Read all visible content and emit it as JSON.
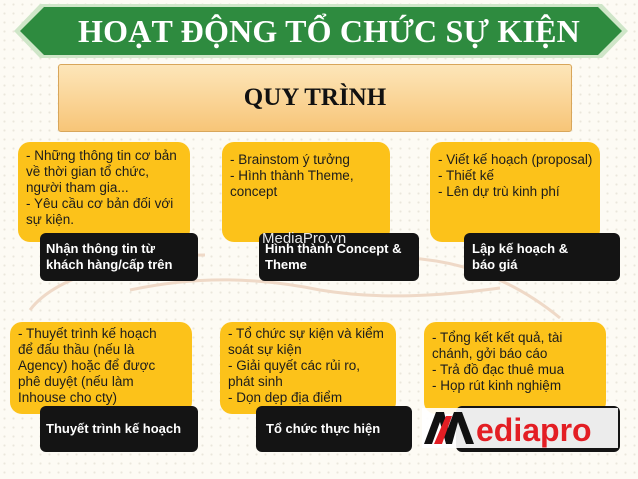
{
  "header": {
    "title": "HOẠT ĐỘNG TỔ CHỨC SỰ KIỆN",
    "subtitle": "QUY TRÌNH"
  },
  "steps": [
    {
      "label_lines": [
        "Nhận thông tin từ",
        "khách hàng/cấp trên"
      ],
      "details": [
        "- Những thông tin cơ bản",
        "về thời gian tổ chức,",
        "người tham gia...",
        "- Yêu cầu cơ bản đối với",
        "sự kiện."
      ]
    },
    {
      "label_lines": [
        "Hình thành Concept &",
        "Theme"
      ],
      "details": [
        "- Brainstom ý tưởng",
        "- Hình thành Theme,",
        "concept"
      ]
    },
    {
      "label_lines": [
        "Lập kế hoạch &",
        "báo giá"
      ],
      "details": [
        "- Viết kế hoạch (proposal)",
        "- Thiết kế",
        "- Lên dự trù kinh phí"
      ]
    },
    {
      "label_lines": [
        "Thuyết trình kế hoạch"
      ],
      "details": [
        "-  Thuyết trình kế hoạch",
        "để đấu thầu (nếu là",
        "Agency) hoặc để được",
        "phê duyệt (nếu làm",
        "Inhouse cho cty)"
      ]
    },
    {
      "label_lines": [
        "Tổ chức thực hiện"
      ],
      "details": [
        "- Tổ chức sự kiện và kiểm",
        "soát sự kiện",
        "- Giải quyết các rủi ro,",
        "phát sinh",
        "- Dọn dẹp địa điểm"
      ]
    },
    {
      "label_lines": [],
      "details": [
        "- Tổng kết kết quả, tài",
        "chánh, gởi báo cáo",
        "- Trả đồ đạc thuê mua",
        "- Họp rút kinh nghiệm"
      ]
    }
  ],
  "watermark": "MediaPro.vn",
  "logo_text": "ediapro",
  "colors": {
    "banner_green": "#2e8b3f",
    "banner_border": "#cfe6c8",
    "card_yellow": "#fcc21a",
    "label_black": "#141414",
    "subtitle_box": "#f7c578",
    "logo_red": "#e31e24"
  }
}
